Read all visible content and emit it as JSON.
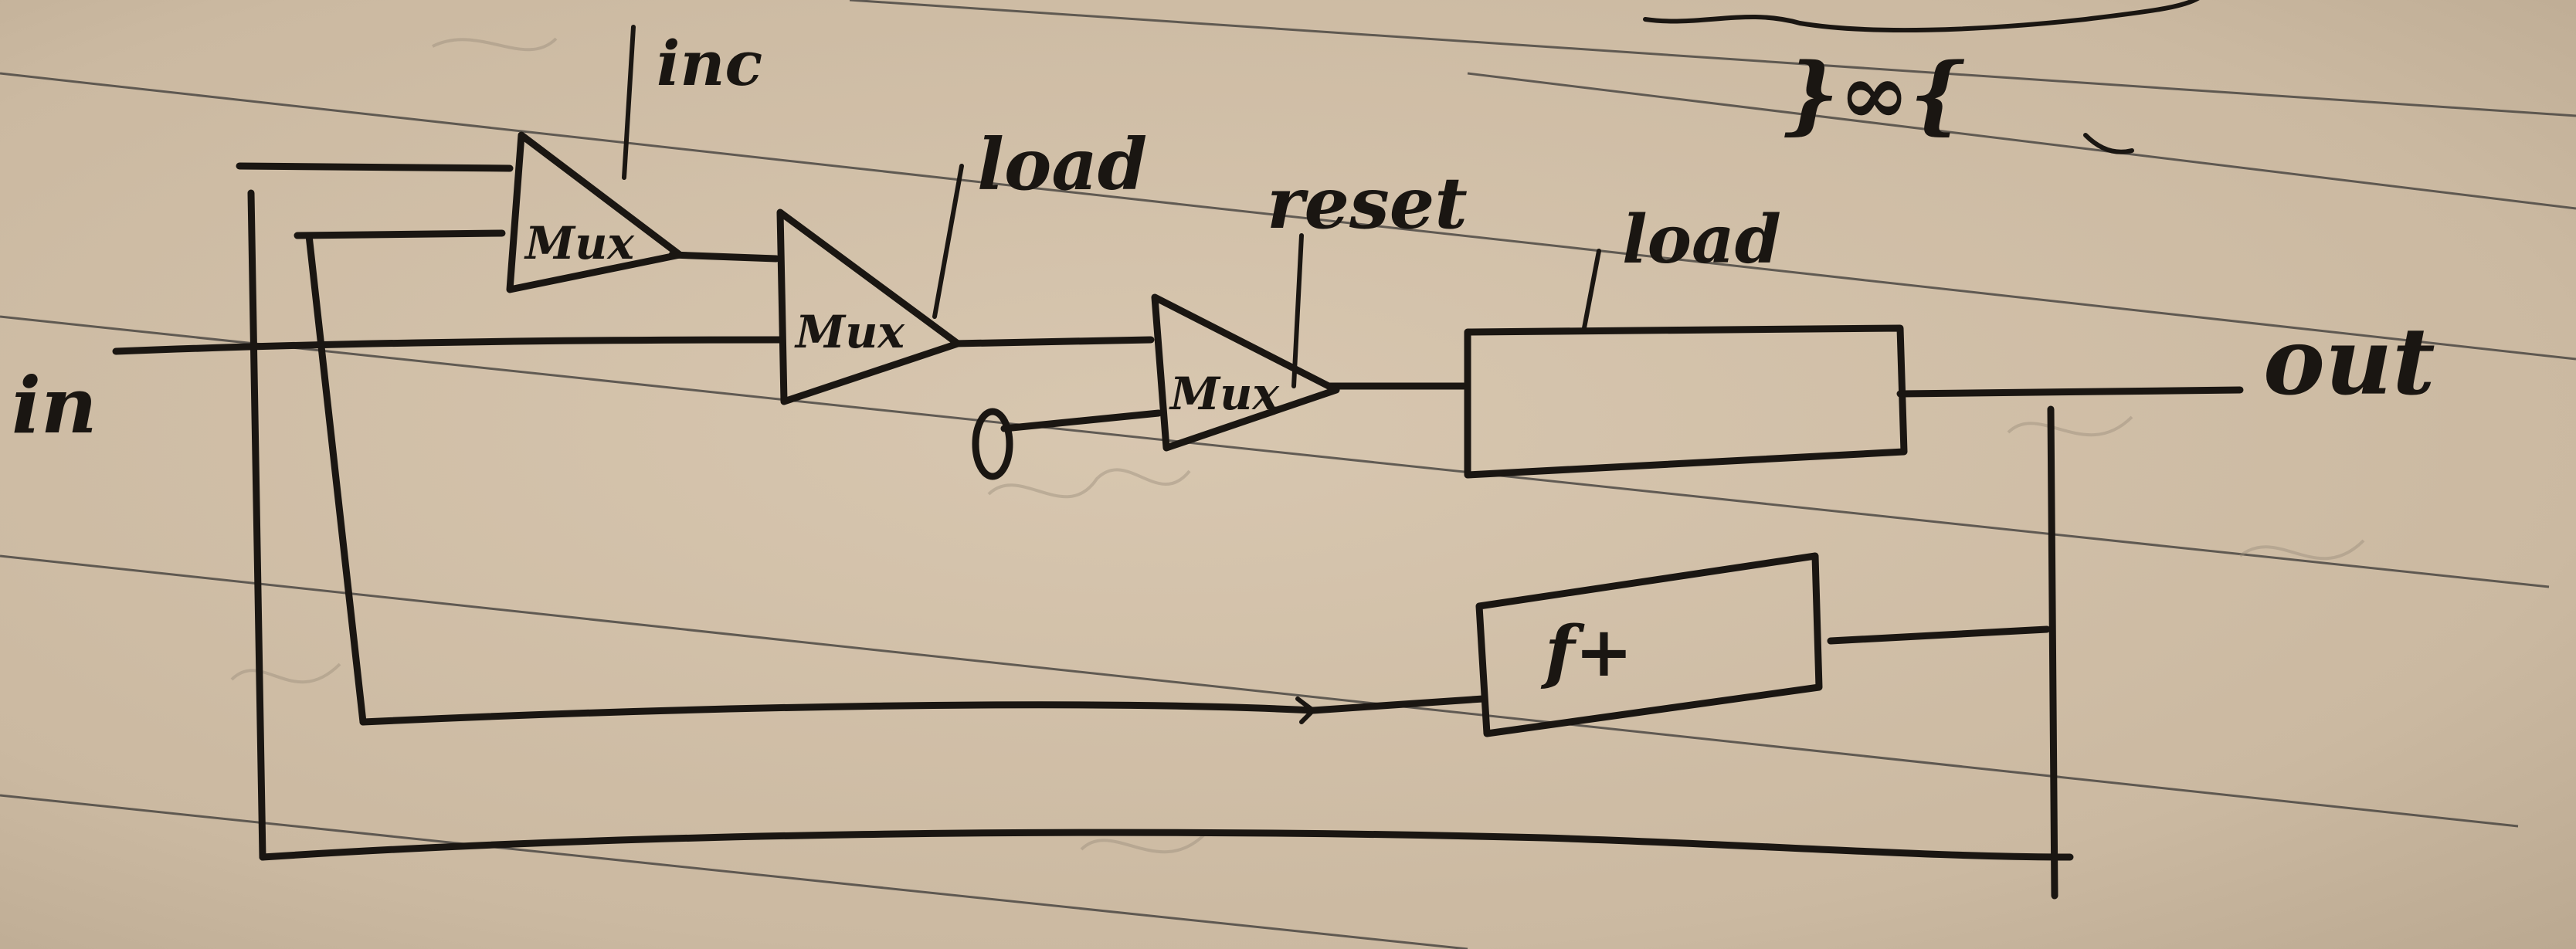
{
  "labels": {
    "input": "in",
    "output": "out",
    "inc": "inc",
    "load_1": "load",
    "reset": "reset",
    "load_2": "load",
    "mux_1": "Mux",
    "mux_2": "Mux",
    "mux_3": "Mux",
    "feedback_block": "f+",
    "margin_scribble": "}∞{"
  }
}
